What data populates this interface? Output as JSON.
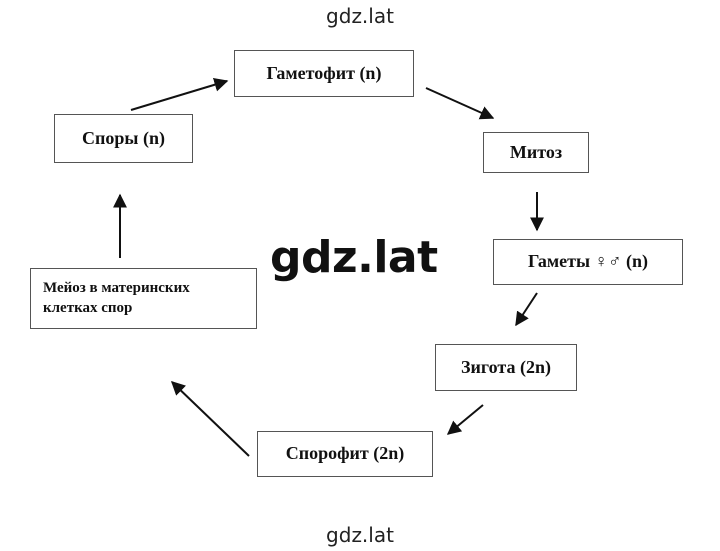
{
  "watermark": {
    "top": "gdz.lat",
    "center": "gdz.lat",
    "bottom": "gdz.lat"
  },
  "nodes": {
    "gametophyte": "Гаметофит (n)",
    "mitosis": "Митоз",
    "gametes": "Гаметы ♀♂ (n)",
    "zygote": "Зигота (2n)",
    "sporophyte": "Спорофит (2n)",
    "meiosis_line1": "Мейоз в материнских",
    "meiosis_line2": "клетках спор",
    "spores": "Споры (n)"
  }
}
